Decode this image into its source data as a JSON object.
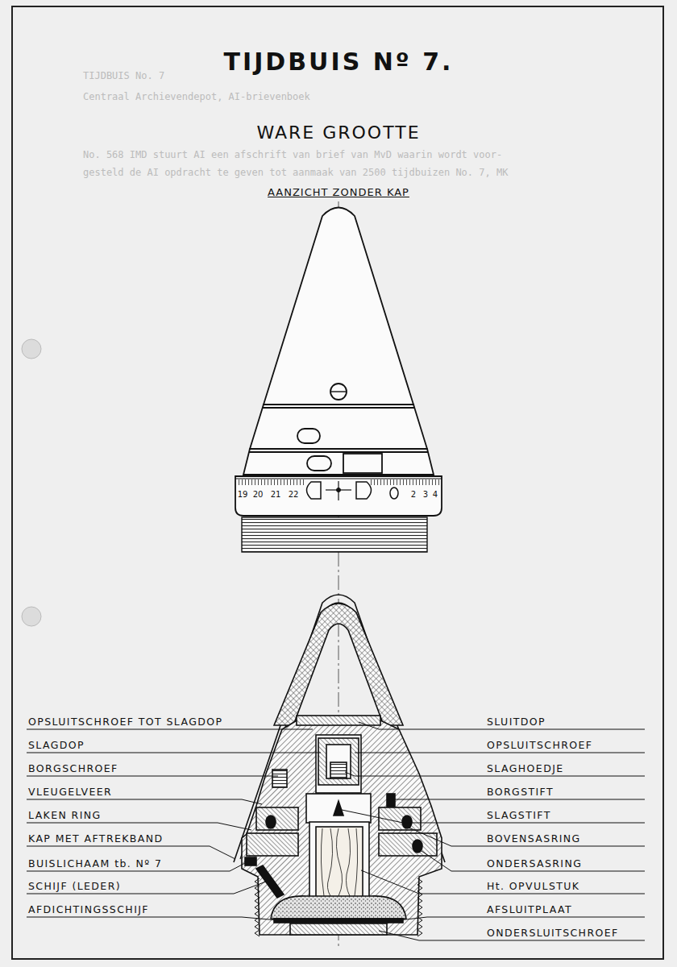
{
  "diagram": {
    "title": "TIJDBUIS Nº 7.",
    "labels": [
      "TIJDBUIS No. 7",
      "Centraal Archievendepot, AI-brievenboek",
      "WARE GROOTTE",
      "No. 568 IMD stuurt AI een afschrift van brief van MvD waarin wordt voor-",
      "gesteld de AI opdracht te geven tot aanmaak van 2500 tijdbuizen No. 7, MK",
      "AANZICHT ZONDER KAP",
      "19",
      "20",
      "21",
      "22",
      "2",
      "3",
      "4",
      "OPSLUITSCHROEF TOT SLAGDOP",
      "SLUITDOP",
      "SLAGDOP",
      "OPSLUITSCHROEF",
      "BORGSCHROEF",
      "SLAGHOEDJE",
      "VLEUGELVEER",
      "BORGSTIFT",
      "LAKEN RING",
      "SLAGSTIFT",
      "KAP MET AFTREKBAND",
      "BOVENSASRING",
      "BUISLICHAAM tb. Nº 7",
      "ONDERSASRING",
      "SCHIJF (LEDER)",
      "Ht. OPVULSTUK",
      "AFDICHTINGSSCHIJF",
      "AFSLUITPLAAT",
      "ONDERSLUITSCHROEF"
    ]
  }
}
